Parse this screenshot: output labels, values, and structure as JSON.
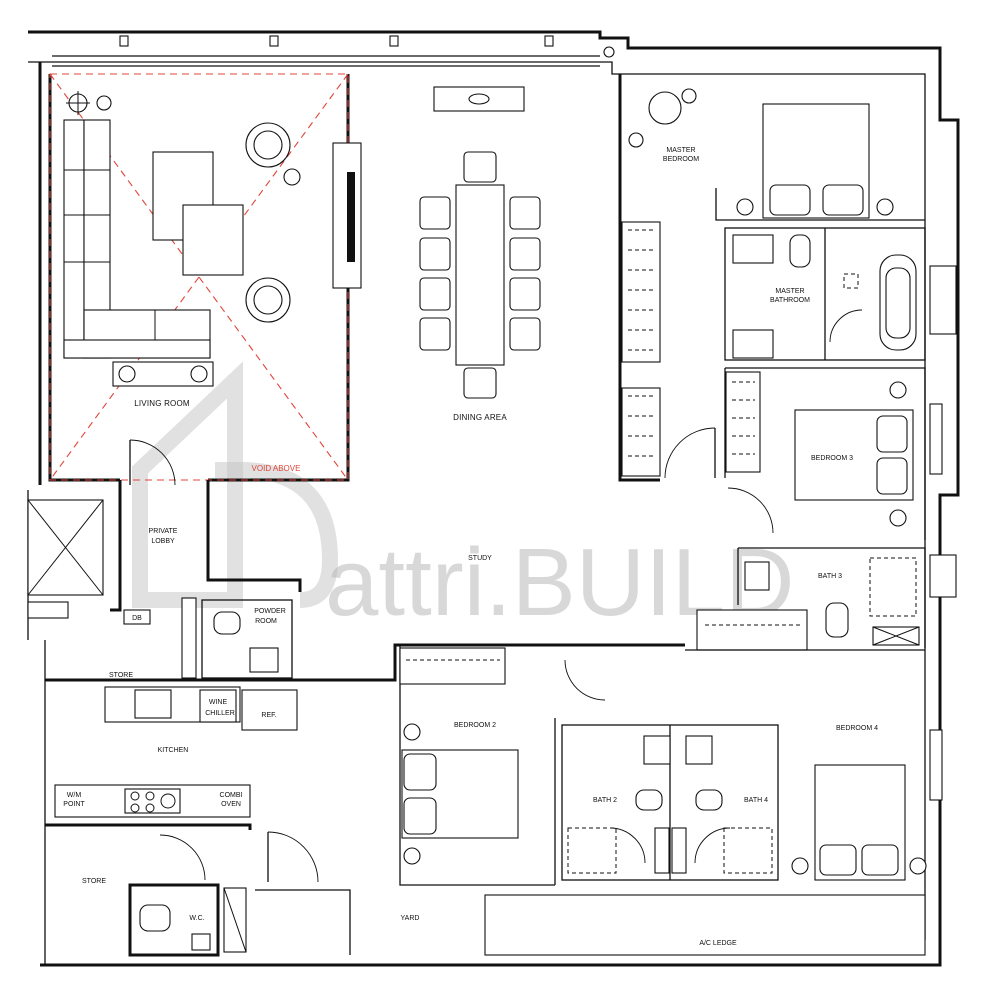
{
  "plan": {
    "rooms": {
      "living_room": "LIVING ROOM",
      "dining_area": "DINING AREA",
      "master_bedroom_line1": "MASTER",
      "master_bedroom_line2": "BEDROOM",
      "master_bathroom_line1": "MASTER",
      "master_bathroom_line2": "BATHROOM",
      "bedroom_3": "BEDROOM 3",
      "private_lobby_line1": "PRIVATE",
      "private_lobby_line2": "LOBBY",
      "study": "STUDY",
      "bath_3": "BATH 3",
      "powder_room_line1": "POWDER",
      "powder_room_line2": "ROOM",
      "store_upper": "STORE",
      "kitchen": "KITCHEN",
      "bedroom_2": "BEDROOM 2",
      "bedroom_4": "BEDROOM 4",
      "bath_2": "BATH 2",
      "bath_4": "BATH 4",
      "store_lower": "STORE",
      "wc": "W.C.",
      "yard": "YARD",
      "ac_ledge": "A/C LEDGE"
    },
    "fixtures": {
      "db": "DB",
      "wine_chiller_line1": "WINE",
      "wine_chiller_line2": "CHILLER",
      "ref": "REF.",
      "wm_point_line1": "W/M",
      "wm_point_line2": "POINT",
      "combi_oven_line1": "COMBI",
      "combi_oven_line2": "OVEN"
    },
    "void_above": "VOID ABOVE",
    "watermark": "attri.BUILD",
    "colors": {
      "walls": "#111111",
      "void_lines": "#e0453a",
      "watermark": "#b9b9b9",
      "background": "#ffffff"
    }
  }
}
